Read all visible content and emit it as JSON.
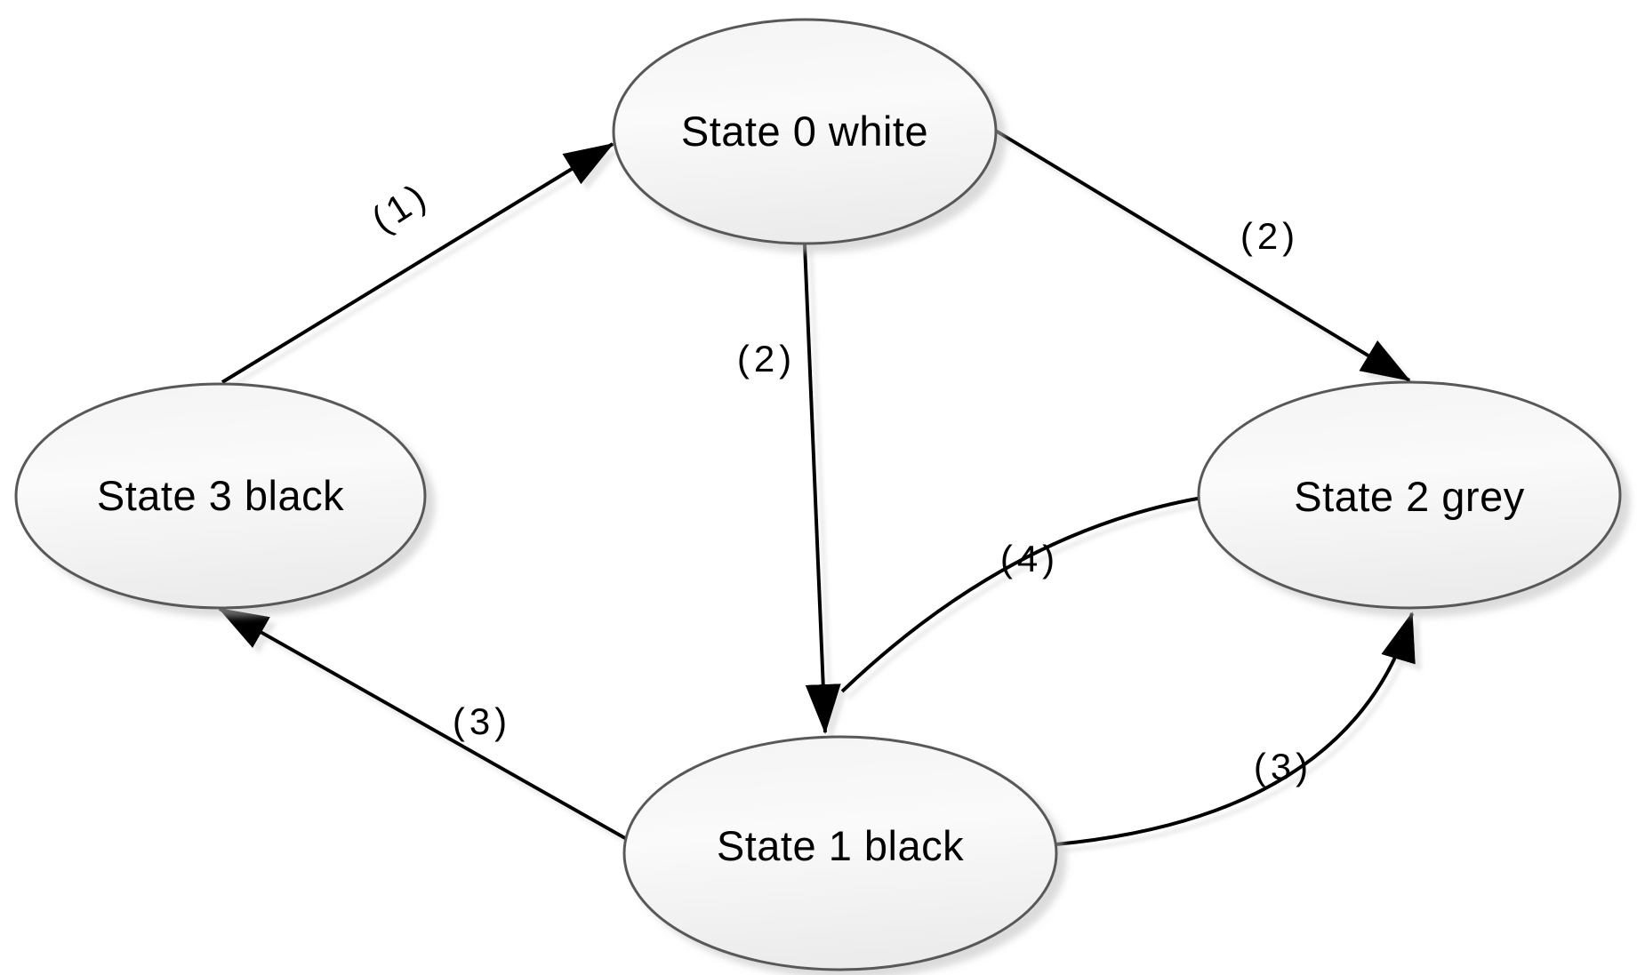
{
  "diagram": {
    "colors": {
      "node_fill_top": "#f4f4f4",
      "node_fill_mid": "#fafafa",
      "node_fill_bottom": "#ececec",
      "node_border": "#595959",
      "edge": "#000000",
      "text": "#000000",
      "shadow": "#bfbfbf"
    },
    "nodes": {
      "state0": {
        "label": "State 0 white"
      },
      "state1": {
        "label": "State 1 black"
      },
      "state2": {
        "label": "State 2 grey"
      },
      "state3": {
        "label": "State 3 black"
      }
    },
    "edges": {
      "s3_to_s0": {
        "label": "(1)",
        "from": "state3",
        "to": "state0"
      },
      "s0_to_s2": {
        "label": "(2)",
        "from": "state0",
        "to": "state2"
      },
      "s0_to_s1": {
        "label": "(2)",
        "from": "state0",
        "to": "state1"
      },
      "s1_to_s3": {
        "label": "(3)",
        "from": "state1",
        "to": "state3"
      },
      "s1_to_s2": {
        "label": "(3)",
        "from": "state1",
        "to": "state2"
      },
      "s2_to_s1": {
        "label": "(4)",
        "from": "state2",
        "to": "state1"
      }
    }
  }
}
